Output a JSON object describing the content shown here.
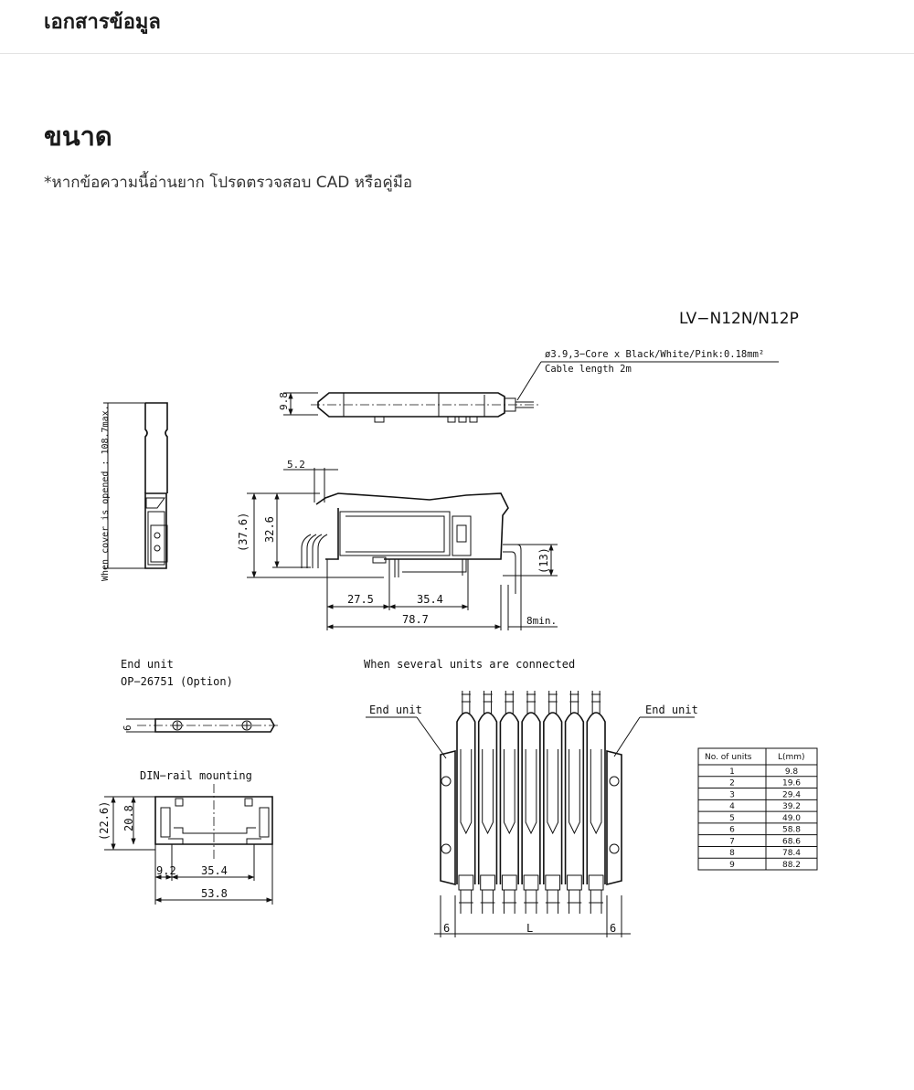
{
  "header": {
    "title": "เอกสารข้อมูล"
  },
  "section": {
    "title": "ขนาด",
    "note": "*หากข้อความนี้อ่านยาก โปรดตรวจสอบ CAD หรือคู่มือ"
  },
  "drawing": {
    "model": "LV−N12N/N12P",
    "cable_spec": "ø3.9,3−Core x Black/White/Pink:0.18mm²",
    "cable_length": "Cable length 2m",
    "cover_note": "When cover is opened : 108.7max.",
    "dims": {
      "d98": "9.8",
      "d52": "5.2",
      "d376": "(37.6)",
      "d326": "32.6",
      "d13": "(13)",
      "d275": "27.5",
      "d354": "35.4",
      "d787": "78.7",
      "d8min": "8min."
    },
    "end_unit": {
      "title": "End unit",
      "part": "OP−26751 (Option)",
      "d6": "6"
    },
    "din": {
      "title": "DIN−rail mounting",
      "d226": "(22.6)",
      "d208": "20.8",
      "d92": "9.2",
      "d354": "35.4",
      "d538": "53.8"
    },
    "several": {
      "title": "When several units are connected",
      "end_unit_left": "End unit",
      "end_unit_right": "End unit",
      "d6_left": "6",
      "dL": "L",
      "d6_right": "6"
    },
    "table": {
      "headers": [
        "No. of units",
        "L(mm)"
      ],
      "rows": [
        [
          "1",
          "9.8"
        ],
        [
          "2",
          "19.6"
        ],
        [
          "3",
          "29.4"
        ],
        [
          "4",
          "39.2"
        ],
        [
          "5",
          "49.0"
        ],
        [
          "6",
          "58.8"
        ],
        [
          "7",
          "68.6"
        ],
        [
          "8",
          "78.4"
        ],
        [
          "9",
          "88.2"
        ]
      ]
    }
  }
}
